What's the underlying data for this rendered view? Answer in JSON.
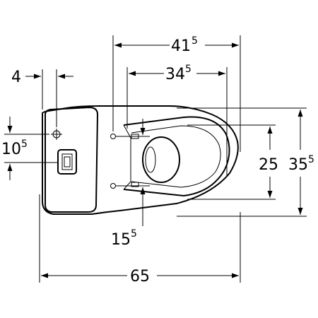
{
  "dimensions": {
    "overall_depth": {
      "value": "41",
      "sup": "5"
    },
    "bowl_depth": {
      "value": "34",
      "sup": "5"
    },
    "cistern_offset": {
      "value": "4",
      "sup": ""
    },
    "cistern_height": {
      "value": "10",
      "sup": "5"
    },
    "bowl_width_inner": {
      "value": "25",
      "sup": ""
    },
    "bowl_width_outer": {
      "value": "35",
      "sup": "5"
    },
    "fixing_offset": {
      "value": "15",
      "sup": "5"
    },
    "overall_length": {
      "value": "65",
      "sup": ""
    }
  }
}
